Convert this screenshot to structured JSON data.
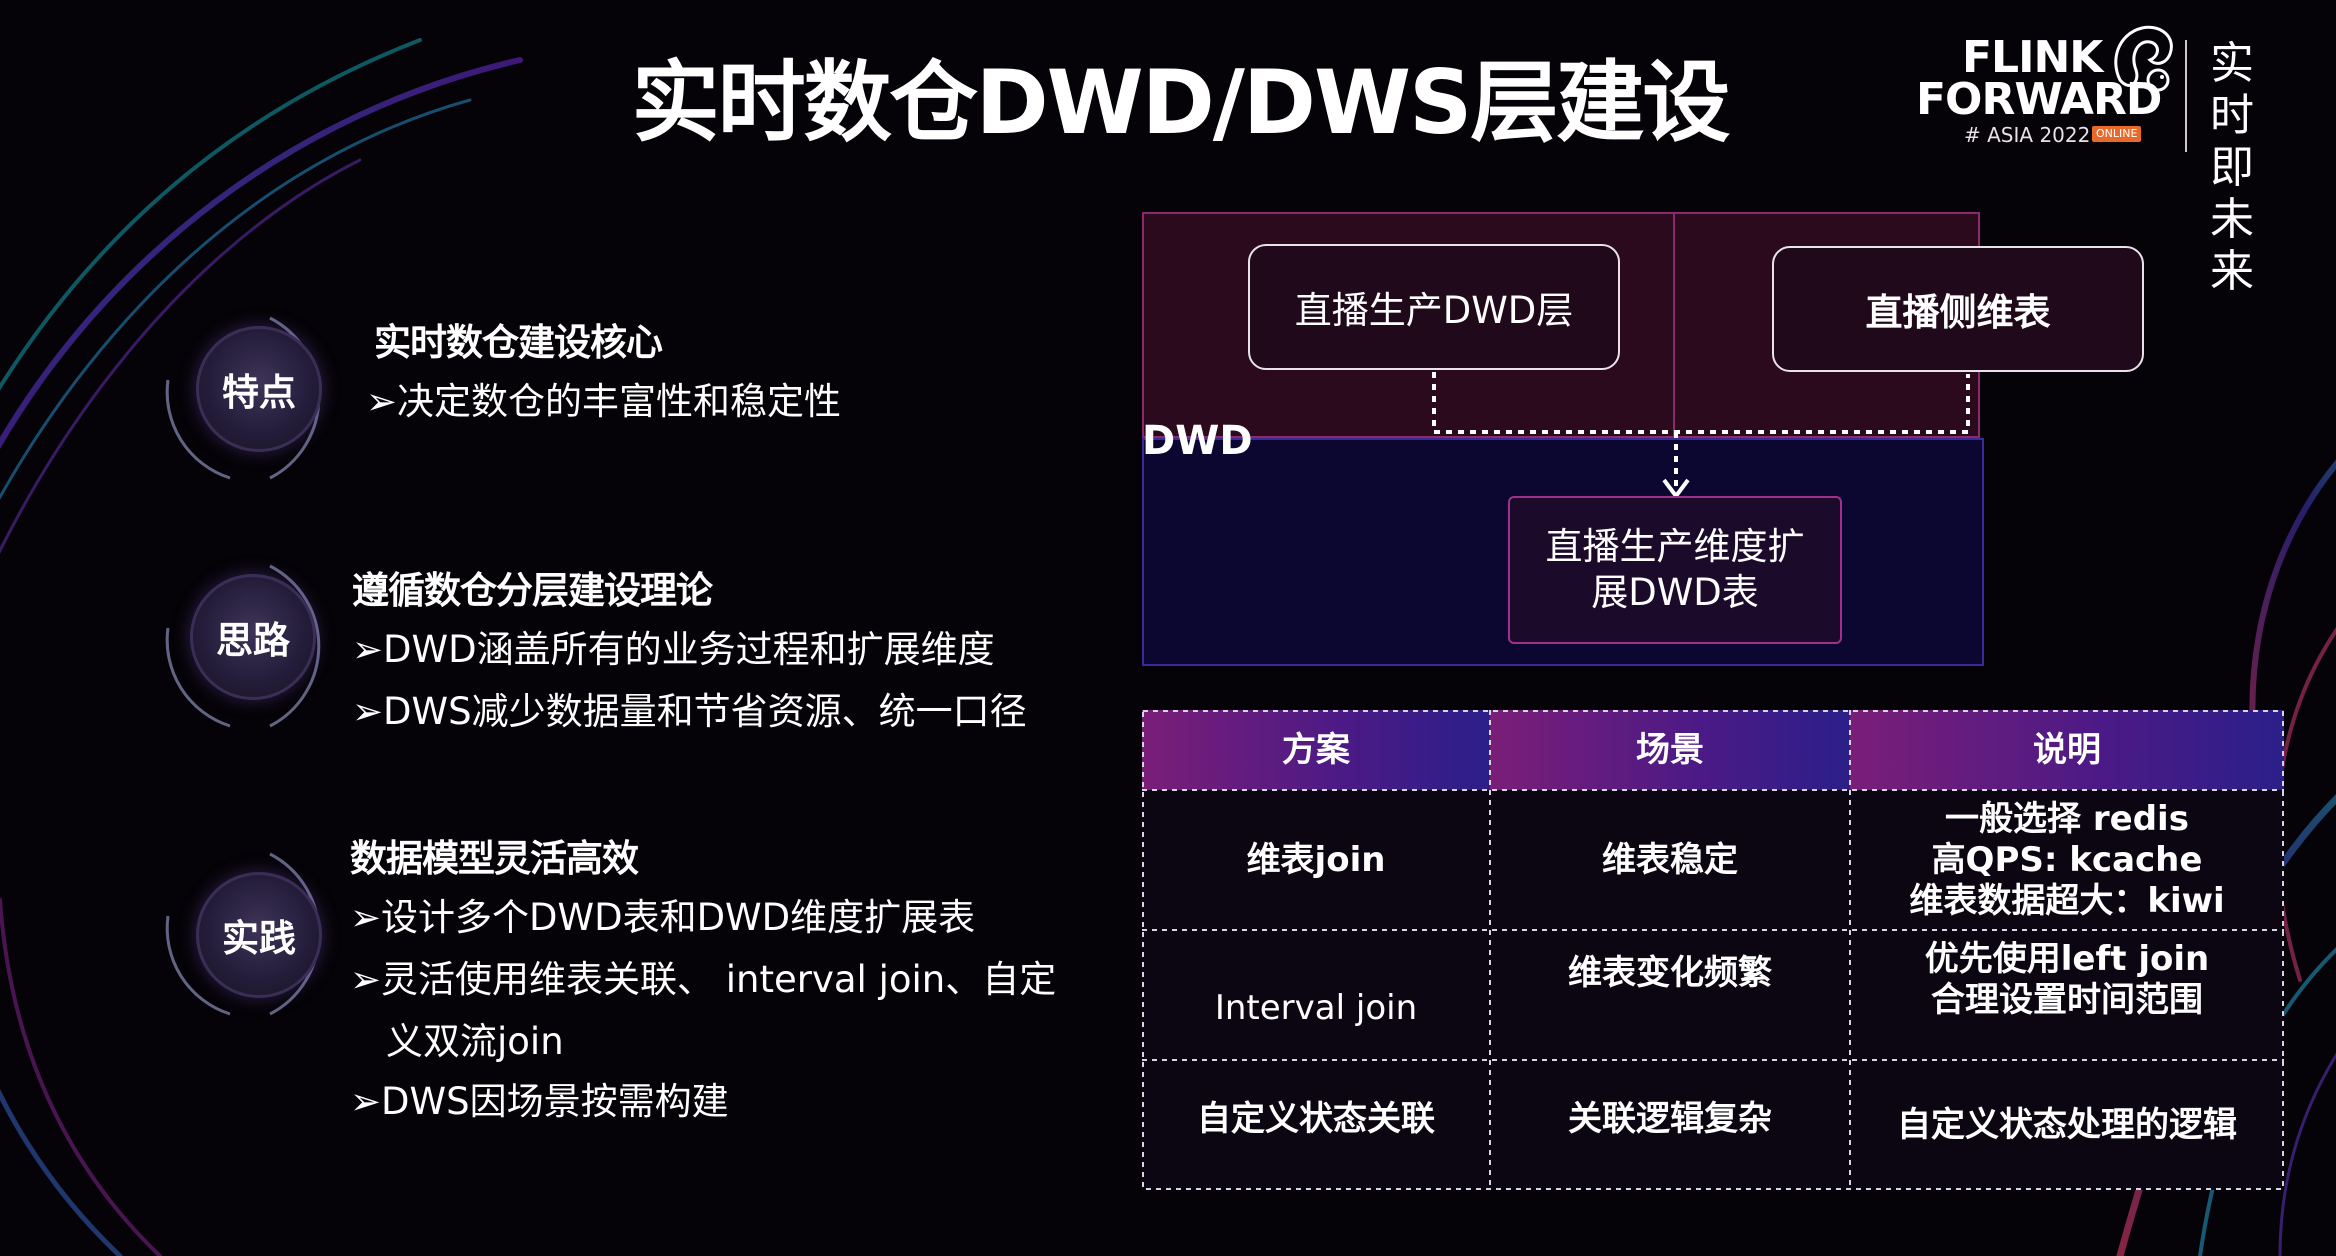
{
  "title": "实时数仓DWD/DWS层建设",
  "logo": {
    "line1": "FLINK",
    "line2": "FORWARD",
    "hash": "#",
    "asia": "ASIA 2022",
    "online": "ONLINE",
    "cn": "实时即未来",
    "icon": "squirrel-icon"
  },
  "sections": [
    {
      "badge": "特点",
      "heading": "实时数仓建设核心",
      "bullets": [
        "➢决定数仓的丰富性和稳定性"
      ]
    },
    {
      "badge": "思路",
      "heading": "遵循数仓分层建设理论",
      "bullets": [
        "➢DWD涵盖所有的业务过程和扩展维度",
        "➢DWS减少数据量和节省资源、统一口径"
      ]
    },
    {
      "badge": "实践",
      "heading": "数据模型灵活高效",
      "bullets": [
        "➢设计多个DWD表和DWD维度扩展表",
        "➢灵活使用维表关联、 interval join、自定",
        "义双流join",
        "➢DWS因场景按需构建"
      ]
    }
  ],
  "diagram": {
    "layer_label": "DWD",
    "node_left": "直播生产DWD层",
    "node_right": "直播侧维表",
    "node_result_line1": "直播生产维度扩",
    "node_result_line2": "展DWD表"
  },
  "table": {
    "headers": [
      "方案",
      "场景",
      "说明"
    ],
    "rows": [
      {
        "plan": "维表join",
        "scene": "维表稳定",
        "desc": [
          "一般选择 redis",
          "高QPS: kcache",
          "维表数据超大：kiwi"
        ]
      },
      {
        "plan": "Interval join",
        "scene": "维表变化频繁",
        "desc": [
          "优先使用left join",
          "合理设置时间范围"
        ]
      },
      {
        "plan": "自定义状态关联",
        "scene": "关联逻辑复杂",
        "desc": [
          "自定义状态处理的逻辑"
        ]
      }
    ]
  },
  "colors": {
    "background": "#050307",
    "dwd_top": "#2b0a1d",
    "dwd_bottom": "#0c0730",
    "header_start": "#7a1e78",
    "header_end": "#2b1f8a"
  }
}
